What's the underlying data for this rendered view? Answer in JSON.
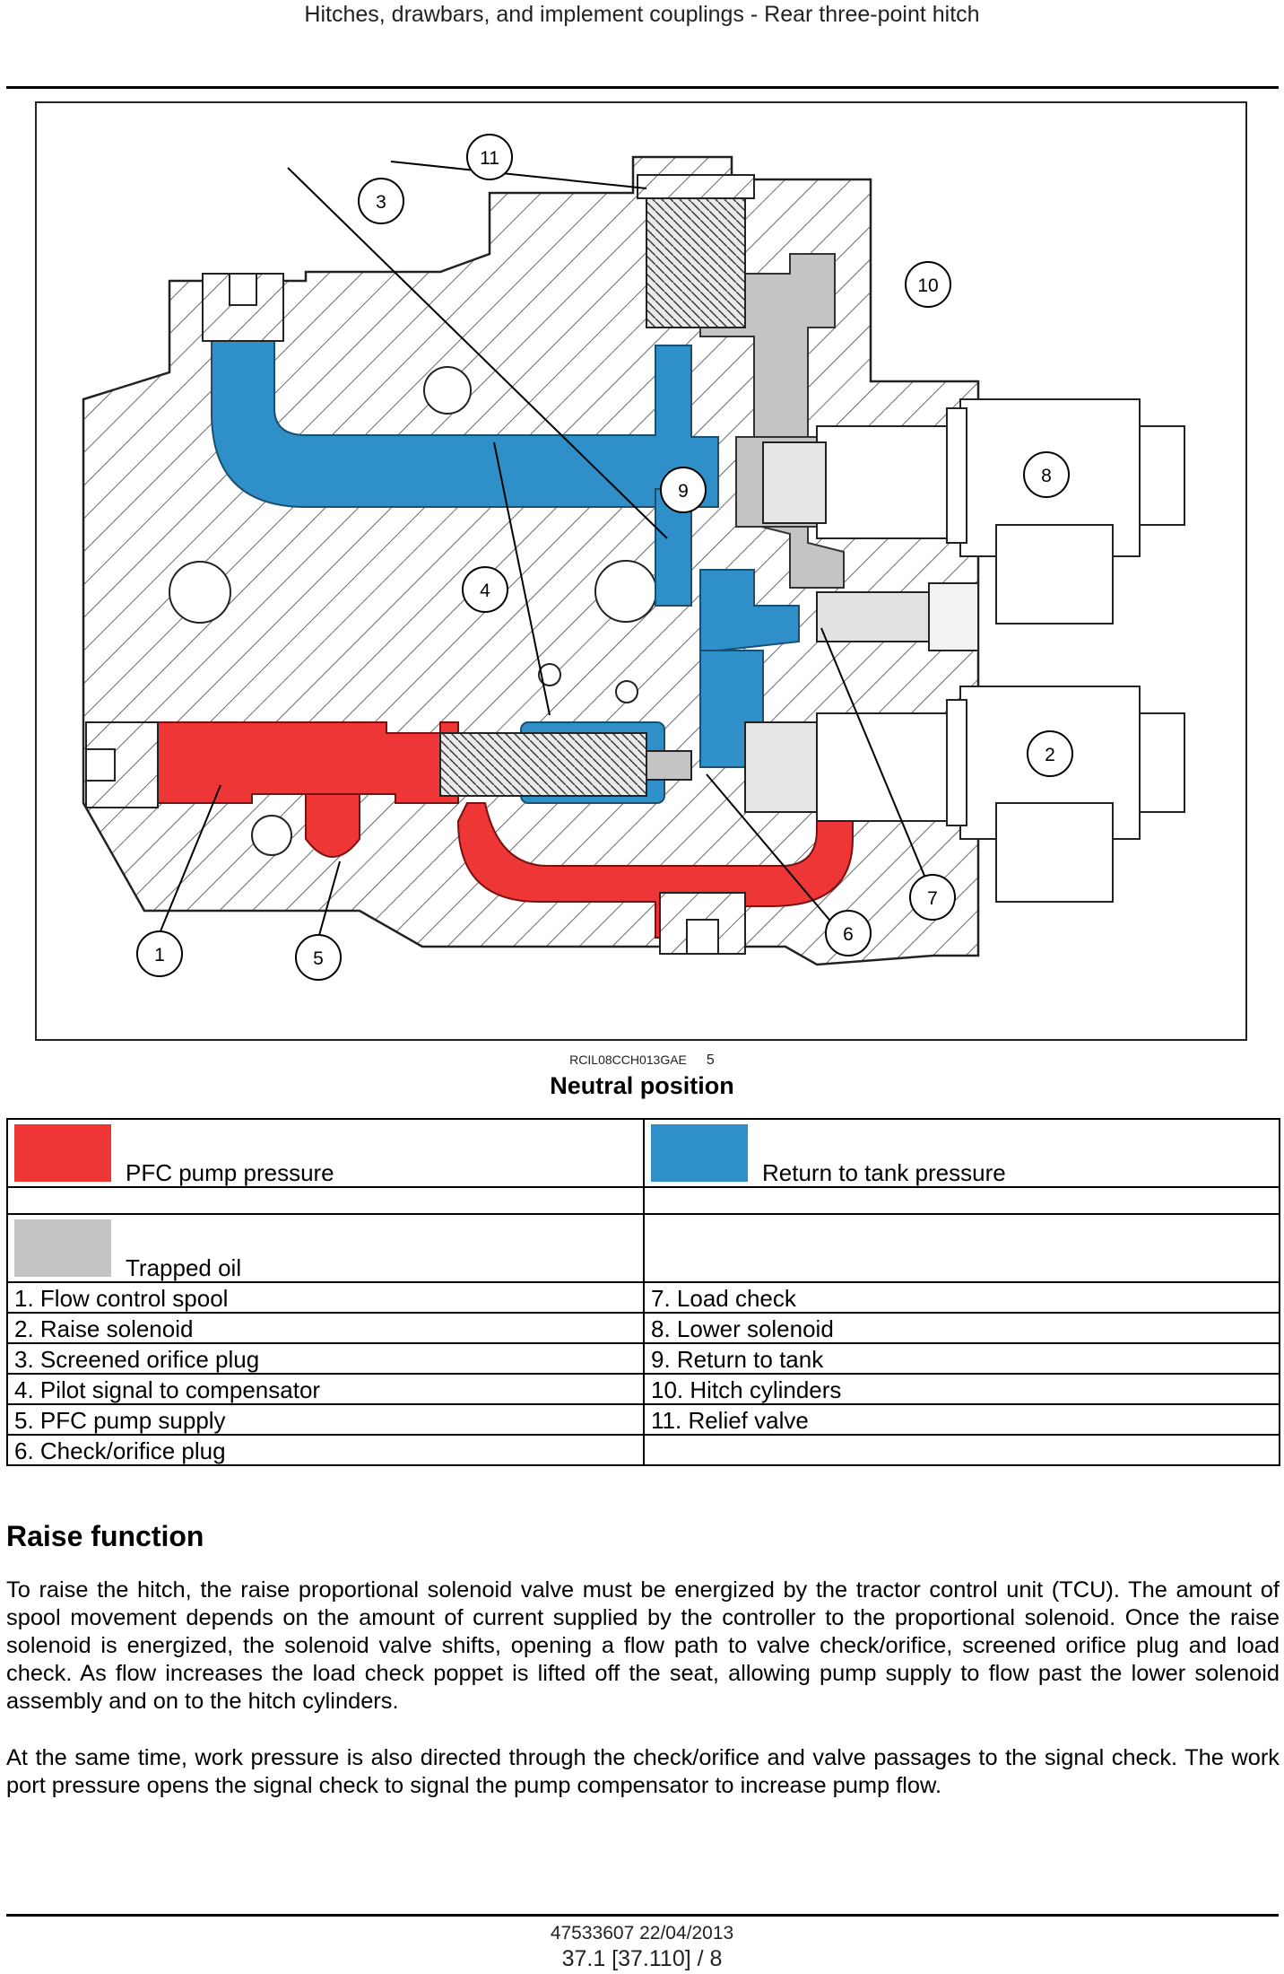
{
  "header": {
    "title": "Hitches, drawbars, and implement couplings - Rear three-point hitch"
  },
  "figure": {
    "reference_code": "RCIL08CCH013GAE",
    "reference_number": "5",
    "caption": "Neutral position",
    "callouts": [
      "1",
      "2",
      "3",
      "4",
      "5",
      "6",
      "7",
      "8",
      "9",
      "10",
      "11"
    ],
    "colors": {
      "pump_pressure": "#ee3636",
      "return_to_tank": "#2f8fc8",
      "trapped_oil": "#c4c4c4"
    }
  },
  "legend": {
    "colors": [
      {
        "label": "PFC pump pressure",
        "color": "#ee3636"
      },
      {
        "label": "Return to tank pressure",
        "color": "#2f8fc8"
      },
      {
        "label": "Trapped oil",
        "color": "#c4c4c4"
      }
    ],
    "items": [
      "1. Flow control spool",
      "2. Raise solenoid",
      "3. Screened orifice plug",
      "4. Pilot signal to compensator",
      "5. PFC pump supply",
      "6. Check/orifice plug",
      "7. Load check",
      "8. Lower solenoid",
      "9. Return to tank",
      "10.  Hitch cylinders",
      "11.  Relief valve"
    ]
  },
  "section": {
    "heading": "Raise function",
    "paragraphs": [
      "To raise the hitch, the raise proportional solenoid valve must be energized by the tractor control unit (TCU). The amount of spool movement depends on the amount of current supplied by the controller to the proportional solenoid. Once the raise solenoid is energized, the solenoid valve shifts, opening a flow path to valve check/orifice, screened orifice plug and load check. As flow increases the load check poppet is lifted off the seat, allowing pump supply to flow past the lower solenoid assembly and on to the hitch cylinders.",
      "At the same time, work pressure is also directed through the check/orifice and valve passages to the signal check. The work port pressure opens the signal check to signal the pump compensator to increase pump flow."
    ]
  },
  "footer": {
    "doc_id": "47533607 22/04/2013",
    "page": "37.1 [37.110] / 8"
  }
}
